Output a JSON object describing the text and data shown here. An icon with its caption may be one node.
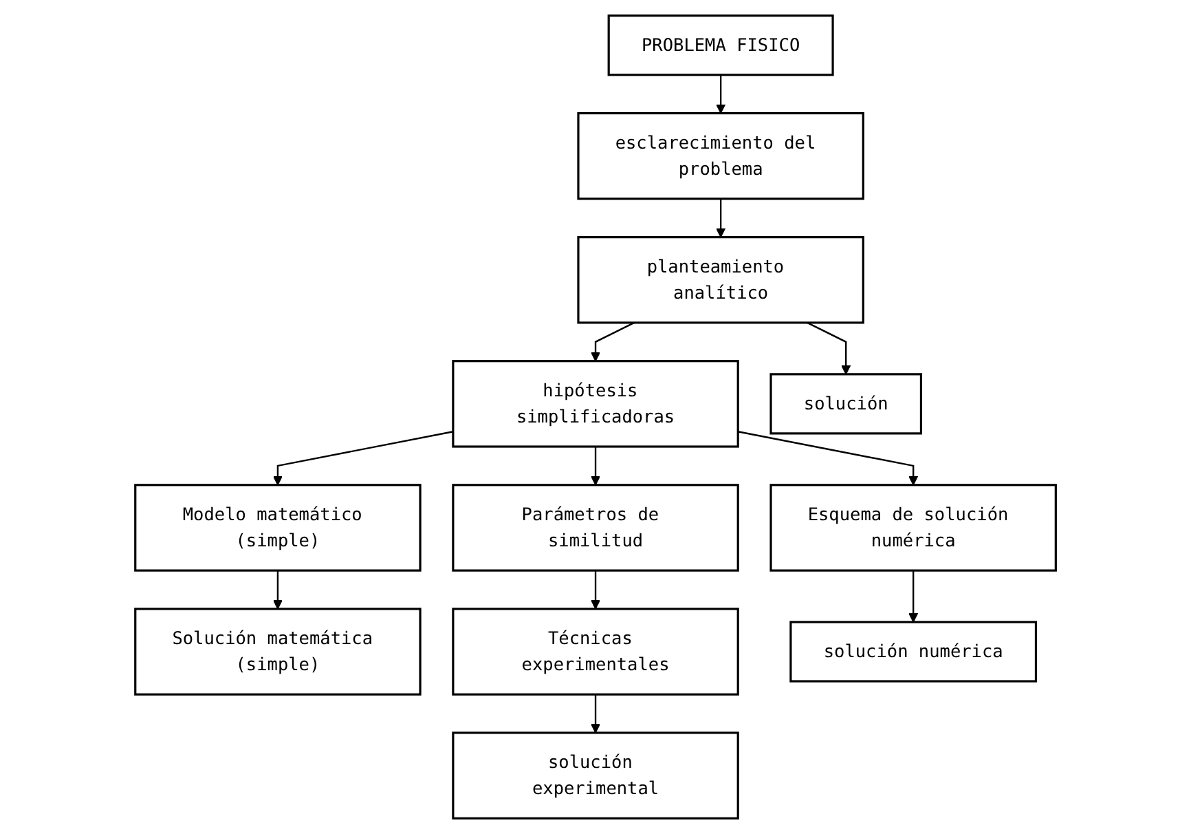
{
  "diagram": {
    "nodes": [
      {
        "text": [
          "PROBLEMA FISICO"
        ]
      },
      {
        "text": [
          "esclarecimiento del problema"
        ]
      },
      {
        "text": [
          "planteamiento analítico"
        ]
      },
      {
        "text": [
          "hipótesis simplificadoras"
        ]
      },
      {
        "text": [
          "Modelo matemático (simple)"
        ]
      },
      {
        "text": [
          "Parámetros de similitud"
        ]
      },
      {
        "text": [
          "Esquema de solución numérica"
        ]
      },
      {
        "text": [
          "Solución matemática (simple)"
        ]
      },
      {
        "text": [
          "Técnicas experimentales"
        ]
      },
      {
        "text": [
          "solución numérica"
        ]
      },
      {
        "text": [
          "solución"
        ]
      },
      {
        "text": [
          "solución experimental"
        ]
      }
    ],
    "edges": [
      {
        "from": 0,
        "to": 1,
        "arrow": "to"
      },
      {
        "from": 1,
        "to": 2,
        "arrow": "to"
      },
      {
        "from": 2,
        "to": 3,
        "arrow": "to"
      },
      {
        "from": 2,
        "to": 10,
        "arrow": "to"
      },
      {
        "from": 3,
        "to": 4,
        "arrow": "to"
      },
      {
        "from": 3,
        "to": 5,
        "arrow": "to"
      },
      {
        "from": 3,
        "to": 6,
        "arrow": "to"
      },
      {
        "from": 4,
        "to": 7,
        "arrow": "to"
      },
      {
        "from": 5,
        "to": 8,
        "arrow": "to"
      },
      {
        "from": 8,
        "to": 11,
        "arrow": "to"
      },
      {
        "from": 6,
        "to": 9,
        "arrow": "to"
      }
    ]
  }
}
